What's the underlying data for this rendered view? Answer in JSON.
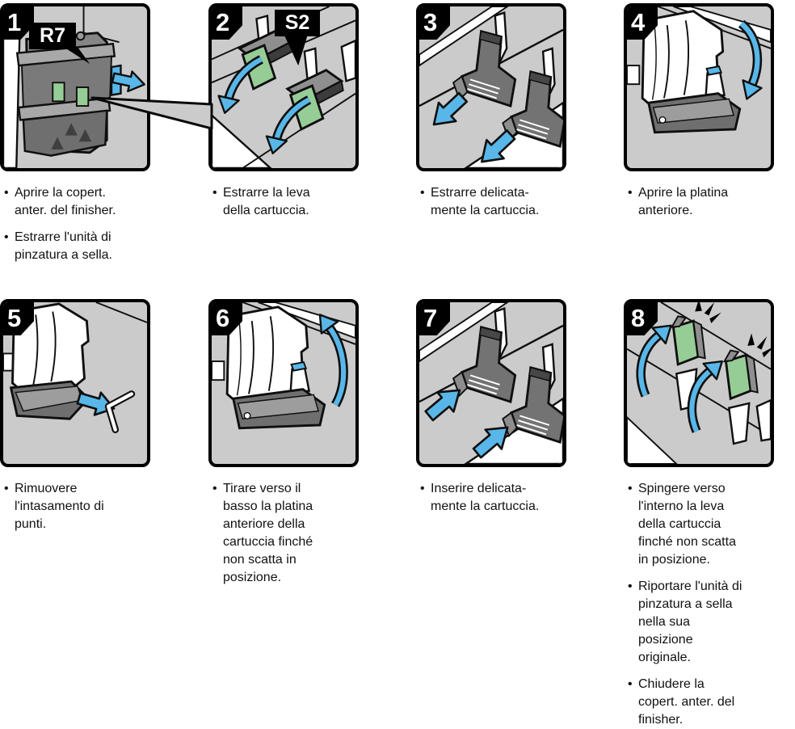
{
  "steps": [
    {
      "number": "1",
      "part_label": "R7",
      "instructions": [
        "Aprire la copert. anter. del finisher.",
        "Estrarre l'unità di pinzatura a sella."
      ]
    },
    {
      "number": "2",
      "part_label": "S2",
      "instructions": [
        "Estrarre la leva della cartuccia."
      ]
    },
    {
      "number": "3",
      "instructions": [
        "Estrarre delicata-mente la cartuccia."
      ]
    },
    {
      "number": "4",
      "instructions": [
        "Aprire la platina anteriore."
      ]
    },
    {
      "number": "5",
      "instructions": [
        "Rimuovere l'intasamento di punti."
      ]
    },
    {
      "number": "6",
      "instructions": [
        "Tirare verso il basso la platina anteriore della cartuccia finché non scatta in posizione."
      ]
    },
    {
      "number": "7",
      "instructions": [
        "Inserire delicata-mente la cartuccia."
      ]
    },
    {
      "number": "8",
      "instructions": [
        "Spingere verso l'interno la leva della cartuccia finché non scatta in posizione.",
        "Riportare l'unità di pinzatura a sella nella sua posizione originale.",
        "Chiudere la copert. anter. del finisher."
      ]
    }
  ],
  "icons": {
    "bullet": "•",
    "arrow": "blue-directional-arrow",
    "click_marks": "black-impact-lines"
  },
  "colors": {
    "panel_background": "#cbcbcb",
    "outline_black": "#000000",
    "arrow_blue": "#58b7e8",
    "lever_green": "#96cd96",
    "cartridge_gray": "#737373"
  }
}
